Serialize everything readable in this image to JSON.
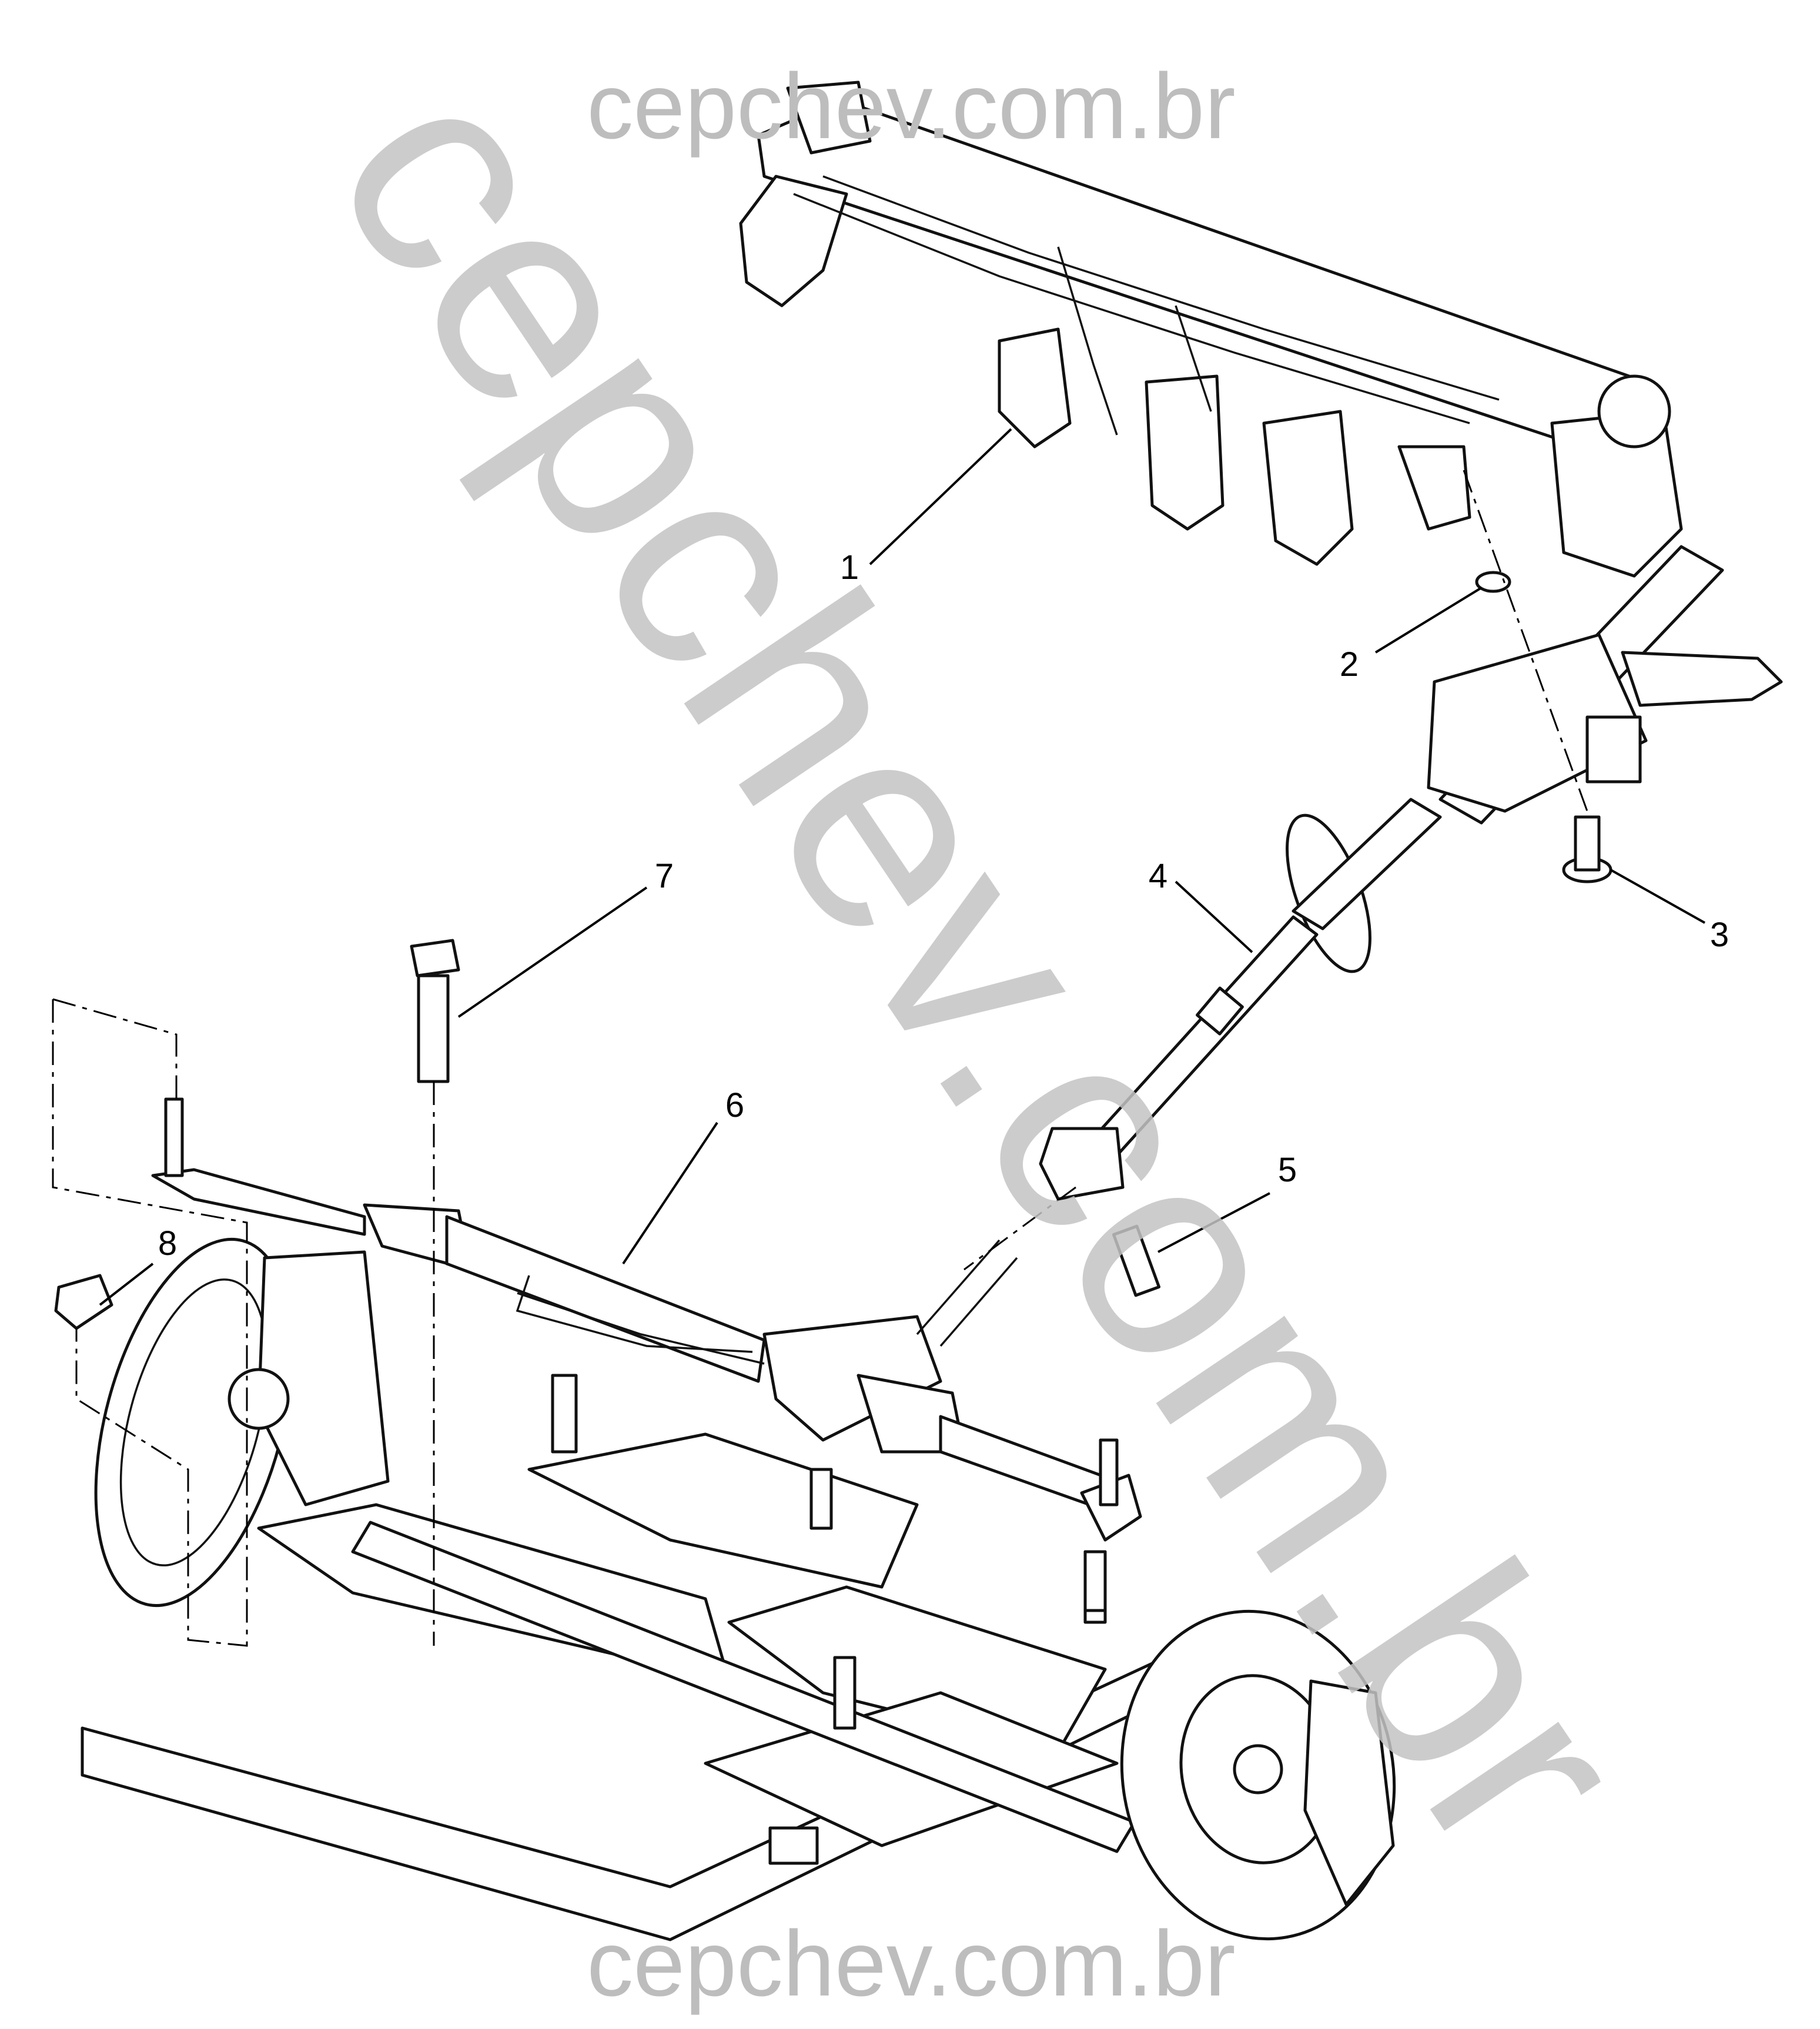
{
  "watermark": {
    "top": "cepchev.com.br",
    "diagonal": "cepchev.com.br",
    "bottom": "cepchev.com.br"
  },
  "callouts": [
    {
      "label": "1"
    },
    {
      "label": "2"
    },
    {
      "label": "3"
    },
    {
      "label": "4"
    },
    {
      "label": "5"
    },
    {
      "label": "6"
    },
    {
      "label": "7"
    },
    {
      "label": "8"
    }
  ],
  "colors": {
    "line": "#111111",
    "watermark": "#c4c4c4",
    "background": "#ffffff"
  }
}
